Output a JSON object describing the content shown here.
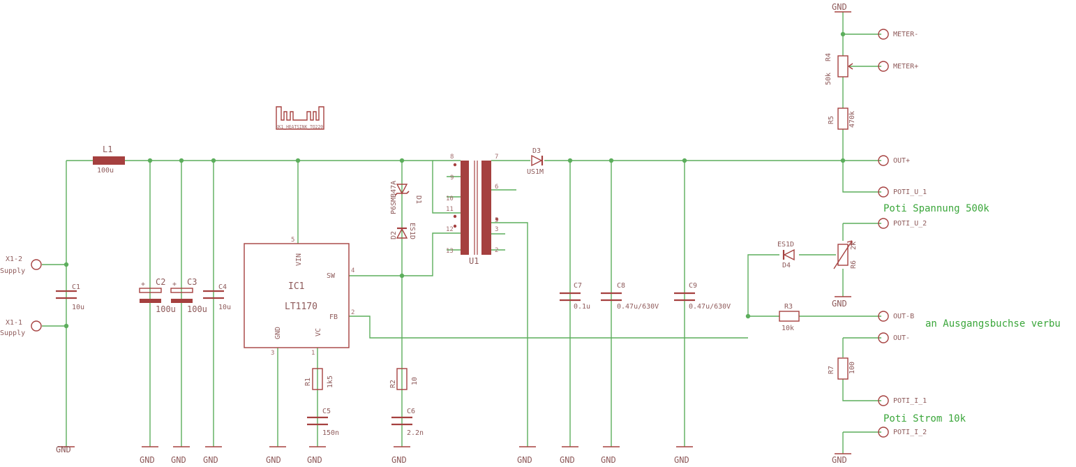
{
  "components": {
    "L1": {
      "ref": "L1",
      "value": "100u"
    },
    "C1": {
      "ref": "C1",
      "value": "10u"
    },
    "C2": {
      "ref": "C2",
      "value": "100u"
    },
    "C3": {
      "ref": "C3",
      "value": "100u"
    },
    "C4": {
      "ref": "C4",
      "value": "10u"
    },
    "C5": {
      "ref": "C5",
      "value": "150n"
    },
    "C6": {
      "ref": "C6",
      "value": "2.2n"
    },
    "C7": {
      "ref": "C7",
      "value": "0.1u"
    },
    "C8": {
      "ref": "C8",
      "value": "0.47u/630V"
    },
    "C9": {
      "ref": "C9",
      "value": "0.47u/630V"
    },
    "R1": {
      "ref": "R1",
      "value": "1k5"
    },
    "R2": {
      "ref": "R2",
      "value": "10"
    },
    "R3": {
      "ref": "R3",
      "value": "10k"
    },
    "R4": {
      "ref": "R4",
      "value": "50k"
    },
    "R5": {
      "ref": "R5",
      "value": "470k"
    },
    "R6": {
      "ref": "R6",
      "value": "2k"
    },
    "R7": {
      "ref": "R7",
      "value": "100"
    },
    "D1": {
      "ref": "D1",
      "value": "P6SMB47A"
    },
    "D2": {
      "ref": "D2",
      "value": "ES1D"
    },
    "D3": {
      "ref": "D3",
      "value": "US1M"
    },
    "D4": {
      "ref": "D4",
      "value": "ES1D"
    },
    "U1": {
      "ref": "U1"
    },
    "IC1": {
      "ref": "IC1",
      "value": "LT1170",
      "pin_vin": "VIN",
      "pin_sw": "SW",
      "pin_fb": "FB",
      "pin_gnd": "GND",
      "pin_vc": "VC"
    },
    "KK1": {
      "ref": "KK1_HEATSINK_TO220"
    }
  },
  "pin_numbers": {
    "ic_vin": "5",
    "ic_sw": "4",
    "ic_fb": "2",
    "ic_gnd": "3",
    "ic_vc": "1",
    "t8": "8",
    "t9": "9",
    "t10": "10",
    "t11": "11",
    "t12": "12",
    "t13": "13",
    "t7": "7",
    "t6": "6",
    "t5": "5",
    "t3": "3",
    "t2": "2"
  },
  "connectors": {
    "x1_2": "X1-2",
    "x1_1": "X1-1",
    "supply": "Supply",
    "meter_minus": "METER-",
    "meter_plus": "METER+",
    "out_plus": "OUT+",
    "poti_u_1": "POTI_U_1",
    "poti_u_2": "POTI_U_2",
    "out_b": "OUT-B",
    "out_minus": "OUT-",
    "poti_i_1": "POTI_I_1",
    "poti_i_2": "POTI_I_2"
  },
  "ground_label": "GND",
  "notes": {
    "poti_spannung": "Poti Spannung 500k",
    "poti_strom": "Poti Strom 10k",
    "ausgangsbuchse": "an Ausgangsbuchse verbu"
  },
  "colors": {
    "wire": "#5cae5c",
    "symbol": "#a5403f",
    "text": "#8e5a5a",
    "note": "#3aa63a"
  }
}
